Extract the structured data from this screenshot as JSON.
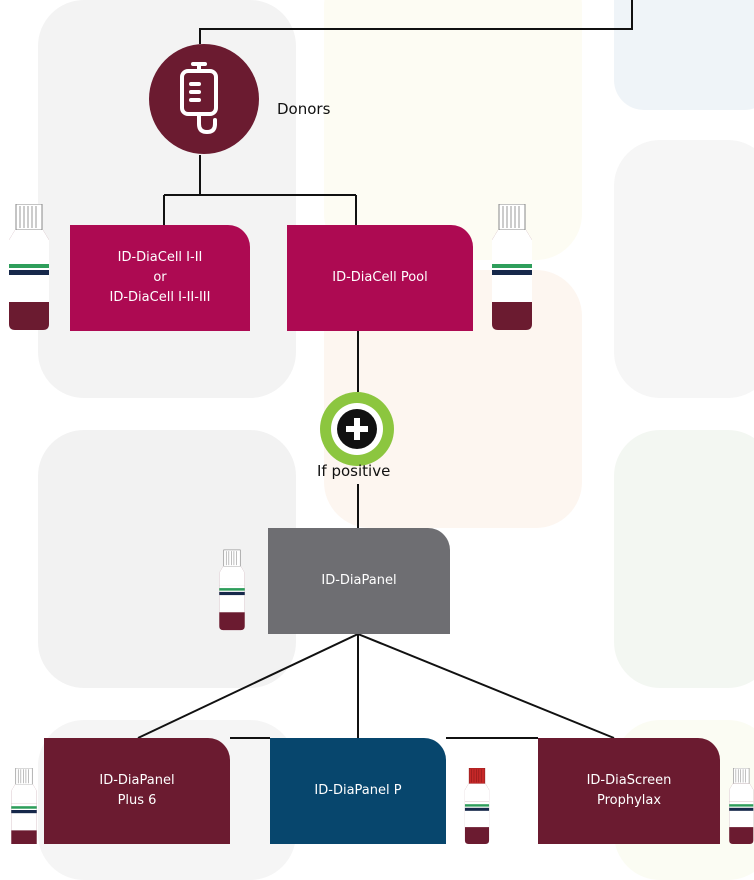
{
  "donors": {
    "label": "Donors"
  },
  "if_positive": {
    "label": "If positive"
  },
  "boxes": {
    "diacell_line1": "ID-DiaCell I-II",
    "diacell_line2": "or",
    "diacell_line3": "ID-DiaCell I-II-III",
    "diacell_pool": "ID-DiaCell Pool",
    "diapanel": "ID-DiaPanel",
    "plus6_line1": "ID-DiaPanel",
    "plus6_line2": "Plus 6",
    "diapanel_p": "ID-DiaPanel P",
    "prophylax_line1": "ID-DiaScreen",
    "prophylax_line2": "Prophylax"
  },
  "colors": {
    "magenta": "#ad0a52",
    "gray": "#6e6e72",
    "maroon": "#6b1b30",
    "blue": "#07466d",
    "green": "#8cc63f",
    "vial_red_cap": "#c62828"
  },
  "icons": [
    "blood-bag-icon",
    "plus-icon",
    "vial-icon"
  ]
}
